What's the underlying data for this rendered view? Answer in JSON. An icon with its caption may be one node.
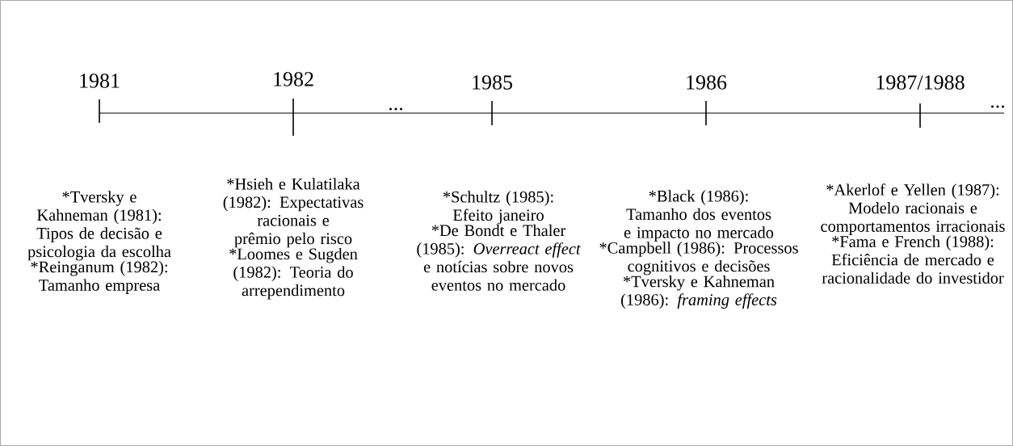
{
  "diagram": {
    "labels": [
      "1981",
      "1982",
      "...",
      "1985",
      "1986",
      "1987/1988",
      "...",
      "*Tversky e Kahneman (1981): Tipos de decisão e psicologia da escolha",
      "*Reinganum (1982): Tamanho empresa",
      "*Hsieh e Kulatilaka (1982): Expectativas racionais e prêmio pelo risco",
      "*Loomes e Sugden (1982): Teoria do arrependimento",
      "*Schultz (1985): Efeito janeiro",
      "*De Bondt e Thaler (1985): *Overreact effect* e notícias sobre novos eventos no mercado",
      "*Black (1986): Tamanho dos eventos e impacto no mercado",
      "*Campbell (1986): Processos cognitivos e decisões",
      "*Tversky e Kahneman (1986): *framing effects*",
      "*Akerlof e Yellen (1987): Modelo racionais e comportamentos irracionais",
      "*Fama e French (1988): Eficiência de mercado e racionalidade do investidor"
    ]
  }
}
